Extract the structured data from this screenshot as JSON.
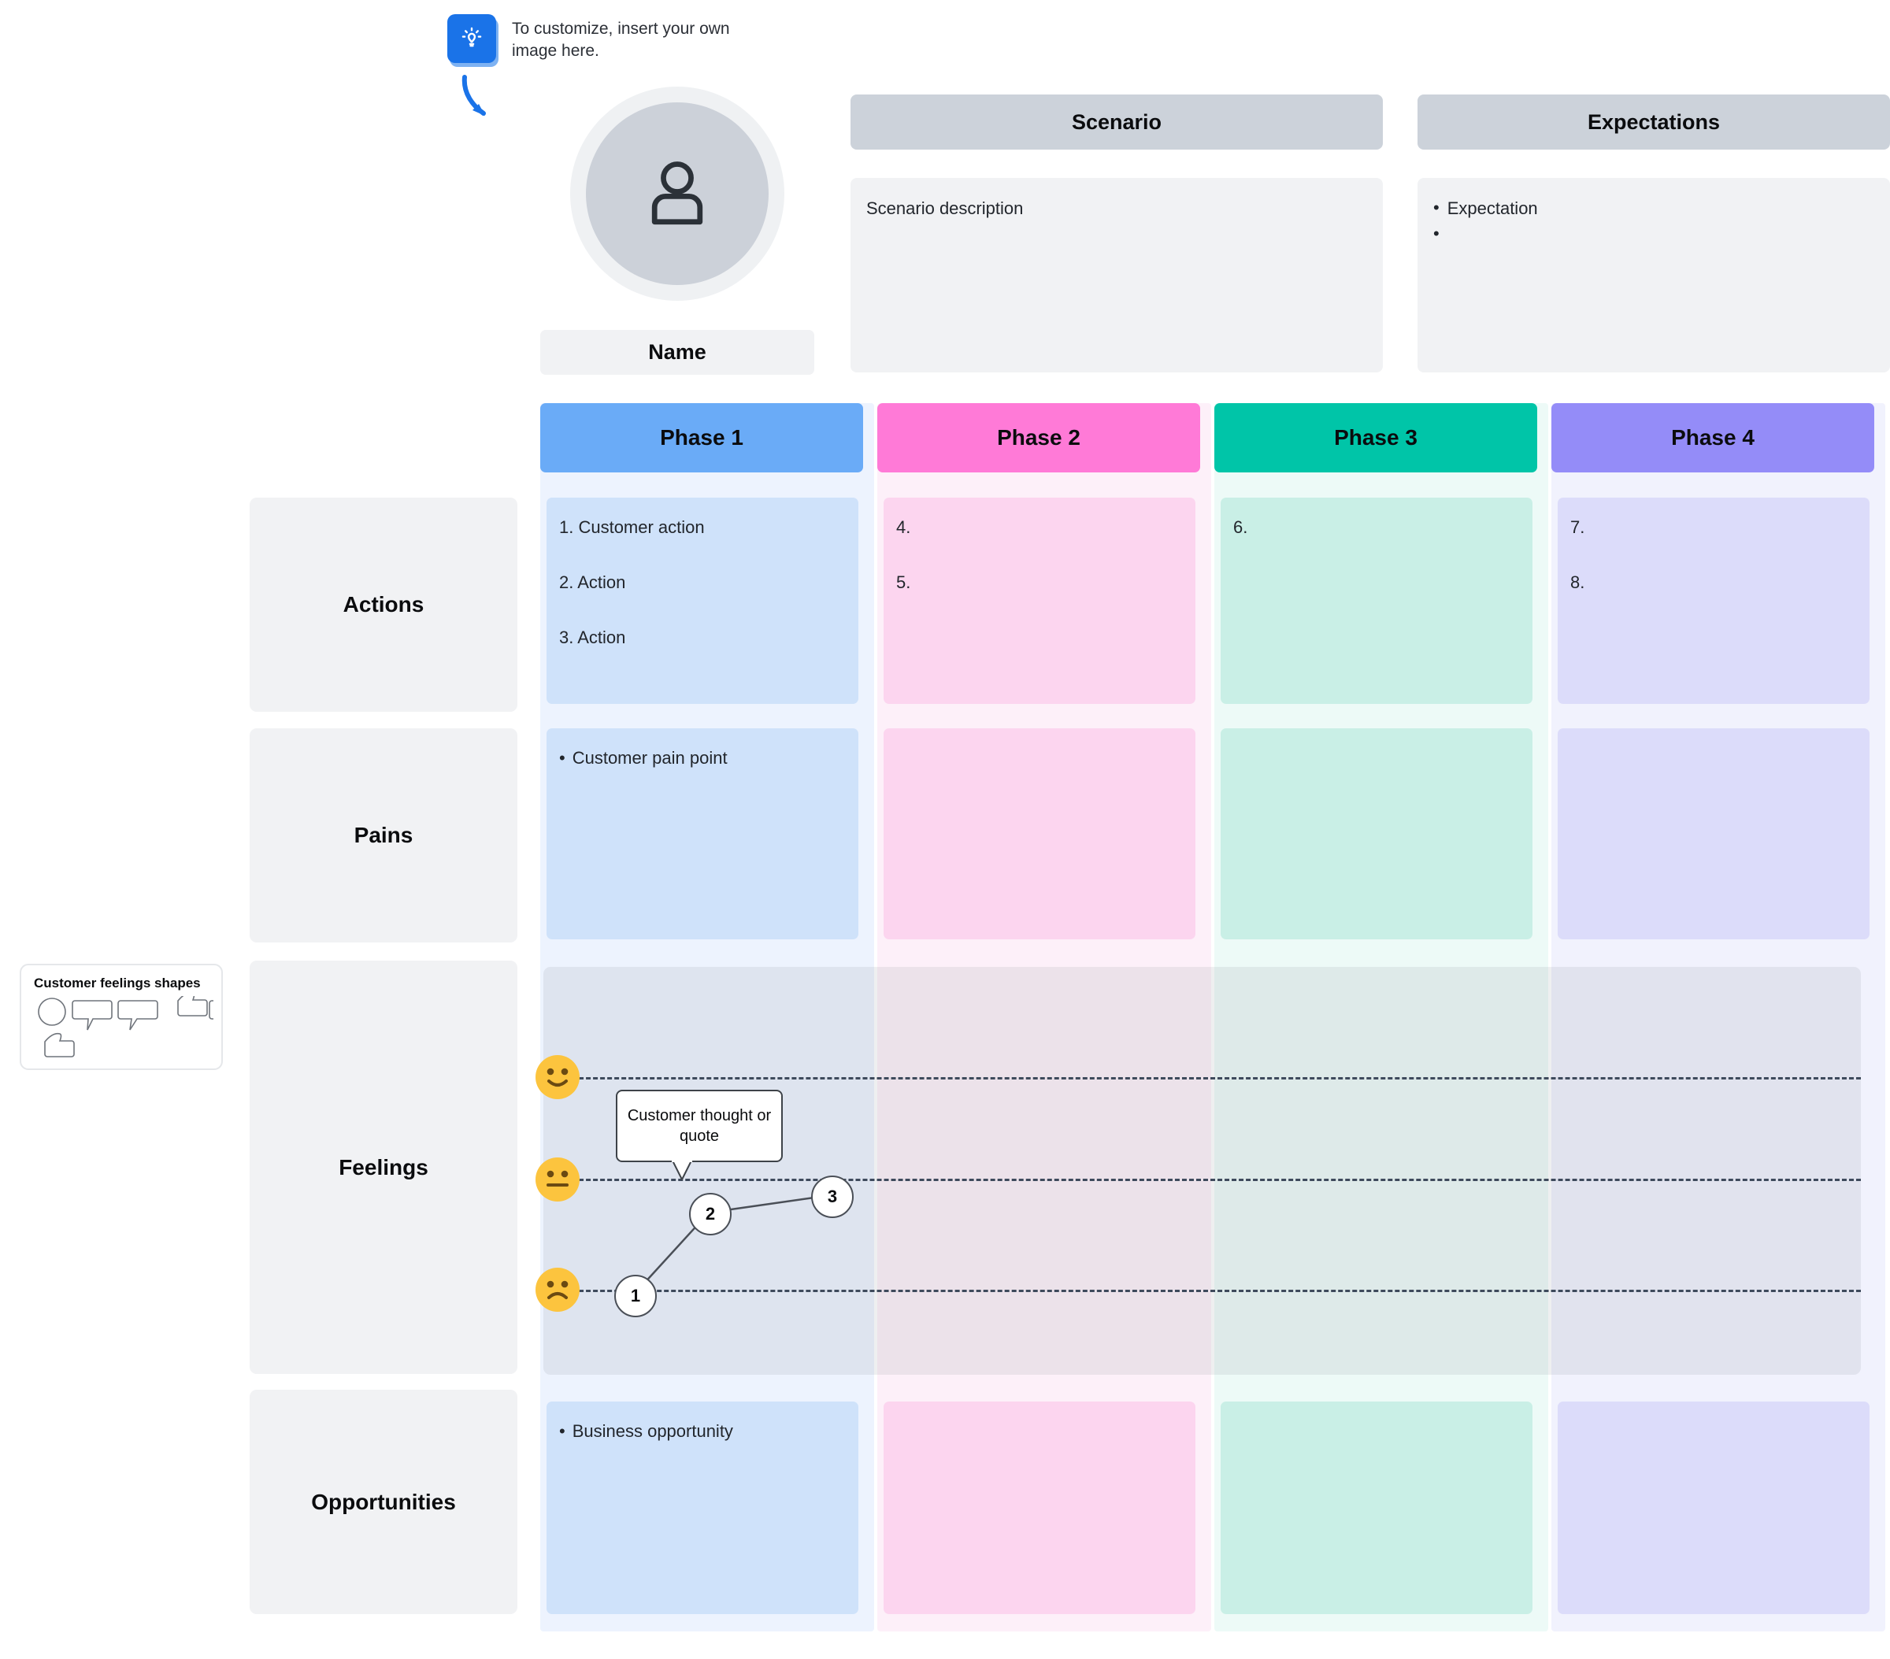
{
  "tip": {
    "icon": "lightbulb-icon",
    "text": "To customize, insert your own image here.",
    "arrow": "curved-down-arrow-icon",
    "accent_color": "#1a73e8"
  },
  "persona": {
    "avatar_icon": "person-icon",
    "name_label": "Name"
  },
  "scenario": {
    "title": "Scenario",
    "description": "Scenario description"
  },
  "expectations": {
    "title": "Expectations",
    "items": [
      "Expectation",
      ""
    ]
  },
  "row_labels": [
    "Actions",
    "Pains",
    "Feelings",
    "Opportunities"
  ],
  "phases": [
    {
      "label": "Phase 1",
      "header_color": "#6aabf7",
      "cell_color": "#cfe2fa",
      "strip_color": "#edf3fe"
    },
    {
      "label": "Phase 2",
      "header_color": "#ff7ad7",
      "cell_color": "#fcd5ef",
      "strip_color": "#fdf0f9"
    },
    {
      "label": "Phase 3",
      "header_color": "#00c5a8",
      "cell_color": "#c9efe6",
      "strip_color": "#edfaf7"
    },
    {
      "label": "Phase 4",
      "header_color": "#948cf8",
      "cell_color": "#dcdcfa",
      "strip_color": "#f1f2fd"
    }
  ],
  "grid": {
    "actions": [
      [
        "1. Customer action",
        "2. Action",
        "3. Action"
      ],
      [
        "4.",
        "5."
      ],
      [
        "6."
      ],
      [
        "7.",
        "8."
      ]
    ],
    "pains": [
      [
        "Customer pain point"
      ],
      [],
      [],
      []
    ],
    "opportunities": [
      [
        "Business opportunity"
      ],
      [],
      [],
      []
    ]
  },
  "feelings": {
    "emoji_labels": [
      "happy-face",
      "neutral-face",
      "sad-face"
    ],
    "emoji_color": "#fcc43e",
    "quote": "Customer thought or quote",
    "nodes": [
      {
        "label": "1"
      },
      {
        "label": "2"
      },
      {
        "label": "3"
      }
    ]
  },
  "legend": {
    "title": "Customer feelings shapes",
    "shapes": [
      "circle-shape",
      "speech-bubble-tail-right",
      "speech-bubble-tail-left",
      "speech-bubble-tail-center",
      "thumb-shape-right",
      "thumb-shape-left"
    ]
  },
  "chart_data": {
    "type": "line",
    "title": "Customer Feelings",
    "x": [
      "1",
      "2",
      "3"
    ],
    "values": [
      1,
      2,
      2
    ],
    "ytick_labels": [
      "happy",
      "neutral",
      "sad"
    ],
    "ylim": [
      1,
      3
    ],
    "grid": true,
    "annotations": [
      "Customer thought or quote"
    ]
  }
}
